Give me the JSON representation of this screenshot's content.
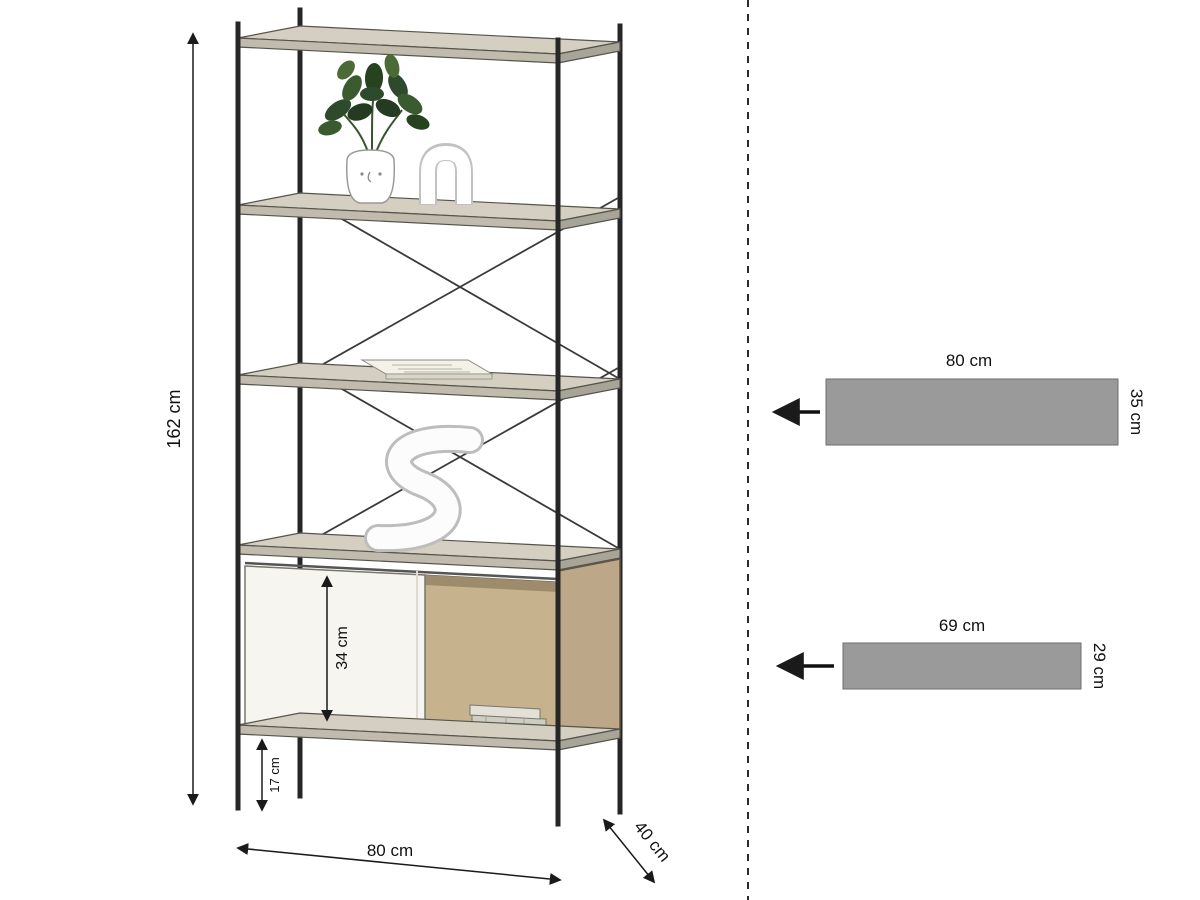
{
  "dimensions": {
    "height": "162 cm",
    "inner_height": "34 cm",
    "foot_height": "17 cm",
    "width": "80 cm",
    "depth": "40 cm"
  },
  "boards": [
    {
      "width": "80 cm",
      "depth": "35 cm"
    },
    {
      "width": "69 cm",
      "depth": "29 cm"
    }
  ],
  "colors": {
    "line": "#1a1a1a",
    "board_fill": "#9a9a9a",
    "shelf_top": "#d4cfc1",
    "shelf_front": "#c0bbac",
    "wood_interior": "#c6b28c",
    "wood_side": "#bca888",
    "door_white": "#f7f5f0",
    "leaf_green": "#2e4a2c"
  }
}
